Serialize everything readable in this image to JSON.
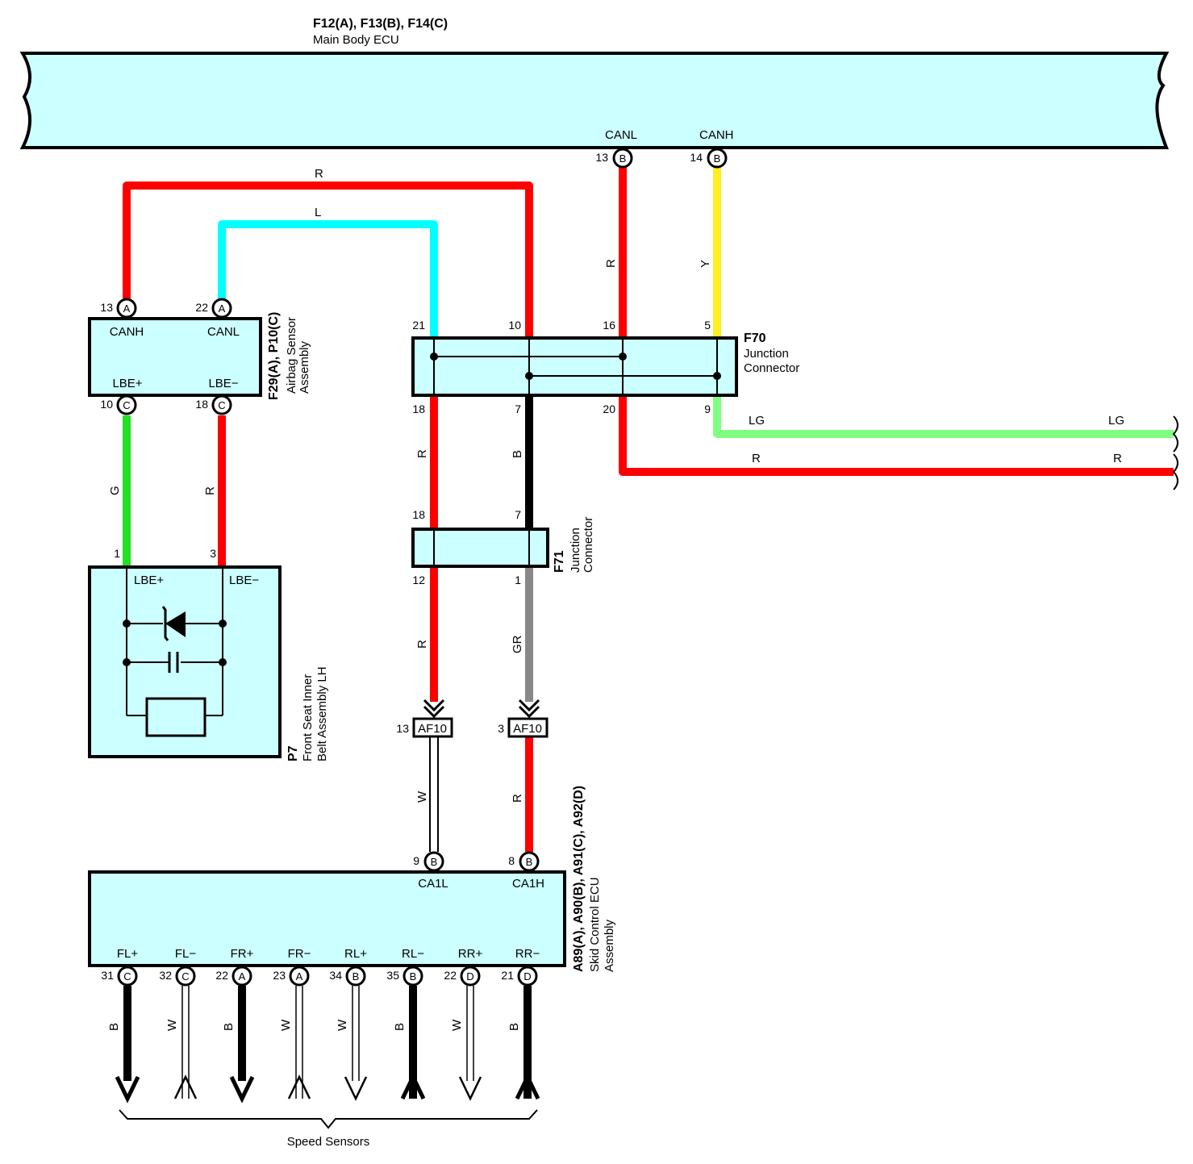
{
  "colors": {
    "R": "#ff0000",
    "L": "#00ffff",
    "Y": "#ffee22",
    "G": "#22e022",
    "LG": "#80ff80",
    "B": "#000000",
    "GR": "#888888",
    "W": "#ffffff",
    "component_fill": "#ccffff"
  },
  "main_ecu": {
    "code": "F12(A), F13(B), F14(C)",
    "name": "Main Body ECU",
    "pins": [
      {
        "num": "13",
        "conn": "B",
        "signal": "CANL"
      },
      {
        "num": "14",
        "conn": "B",
        "signal": "CANH"
      }
    ]
  },
  "airbag": {
    "code": "F29(A), P10(C)",
    "name_line1": "Airbag Sensor",
    "name_line2": "Assembly",
    "pins": [
      {
        "num": "13",
        "conn": "A",
        "signal": "CANH"
      },
      {
        "num": "22",
        "conn": "A",
        "signal": "CANL"
      },
      {
        "num": "10",
        "conn": "C",
        "signal": "LBE+"
      },
      {
        "num": "18",
        "conn": "C",
        "signal": "LBE−"
      }
    ]
  },
  "f70": {
    "code": "F70",
    "name_line1": "Junction",
    "name_line2": "Connector",
    "pins_top": [
      "21",
      "10",
      "16",
      "5"
    ],
    "pins_bottom": [
      "18",
      "7",
      "20",
      "9"
    ]
  },
  "f71": {
    "code": "F71",
    "name_line1": "Junction",
    "name_line2": "Connector",
    "pins_top": [
      "18",
      "7"
    ],
    "pins_bottom": [
      "12",
      "1"
    ]
  },
  "p7": {
    "code": "P7",
    "name_line1": "Front Seat Inner",
    "name_line2": "Belt Assembly LH",
    "pins": [
      {
        "num": "1",
        "signal": "LBE+"
      },
      {
        "num": "3",
        "signal": "LBE−"
      }
    ]
  },
  "af10": {
    "label": "AF10",
    "pins": [
      "13",
      "3"
    ]
  },
  "skid": {
    "code": "A89(A), A90(B), A91(C), A92(D)",
    "name_line1": "Skid Control ECU",
    "name_line2": "Assembly",
    "top_pins": [
      {
        "num": "9",
        "conn": "B",
        "signal": "CA1L"
      },
      {
        "num": "8",
        "conn": "B",
        "signal": "CA1H"
      }
    ],
    "bottom_pins": [
      {
        "num": "31",
        "conn": "C",
        "signal": "FL+",
        "wire": "B"
      },
      {
        "num": "32",
        "conn": "C",
        "signal": "FL−",
        "wire": "W"
      },
      {
        "num": "22",
        "conn": "A",
        "signal": "FR+",
        "wire": "B"
      },
      {
        "num": "23",
        "conn": "A",
        "signal": "FR−",
        "wire": "W"
      },
      {
        "num": "34",
        "conn": "B",
        "signal": "RL+",
        "wire": "W"
      },
      {
        "num": "35",
        "conn": "B",
        "signal": "RL−",
        "wire": "B"
      },
      {
        "num": "22",
        "conn": "D",
        "signal": "RR+",
        "wire": "W"
      },
      {
        "num": "21",
        "conn": "D",
        "signal": "RR−",
        "wire": "B"
      }
    ]
  },
  "speed_sensors_label": "Speed Sensors",
  "wire_labels": {
    "top_red": "R",
    "top_blue": "L",
    "canl_wire": "R",
    "canh_wire": "Y",
    "lg_left": "LG",
    "lg_right": "LG",
    "r_left": "R",
    "r_right": "R",
    "g_wire": "G",
    "lbe_minus_wire": "R",
    "f70_18": "R",
    "f70_7": "B",
    "f71_12": "R",
    "f71_1": "GR",
    "af10_13": "W",
    "af10_3": "R"
  }
}
